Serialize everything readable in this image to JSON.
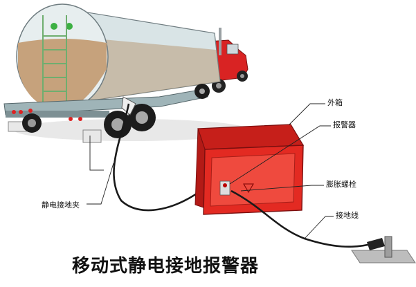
{
  "title": "移动式静电接地报警器",
  "labels": {
    "outer_box": "外箱",
    "alarm": "报警器",
    "expansion_bolt": "膨胀螺栓",
    "ground_wire": "接地线",
    "static_clamp": "静电接地夹"
  },
  "colors": {
    "tank_body": "#c6a27c",
    "tank_shell": "#d9e4e6",
    "cab_red": "#d92323",
    "box_red": "#e32a22",
    "cable": "#1a1a1a"
  }
}
